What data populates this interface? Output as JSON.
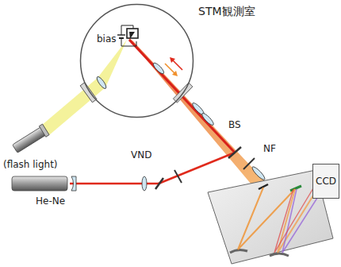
{
  "diagram": {
    "nodes": [
      {
        "text": [
          "STM観測室"
        ]
      },
      {
        "text": [
          "CCD"
        ]
      }
    ],
    "labels": [
      "bias",
      "(flash light)",
      "BS",
      "NF",
      "VND",
      "He-Ne"
    ]
  }
}
